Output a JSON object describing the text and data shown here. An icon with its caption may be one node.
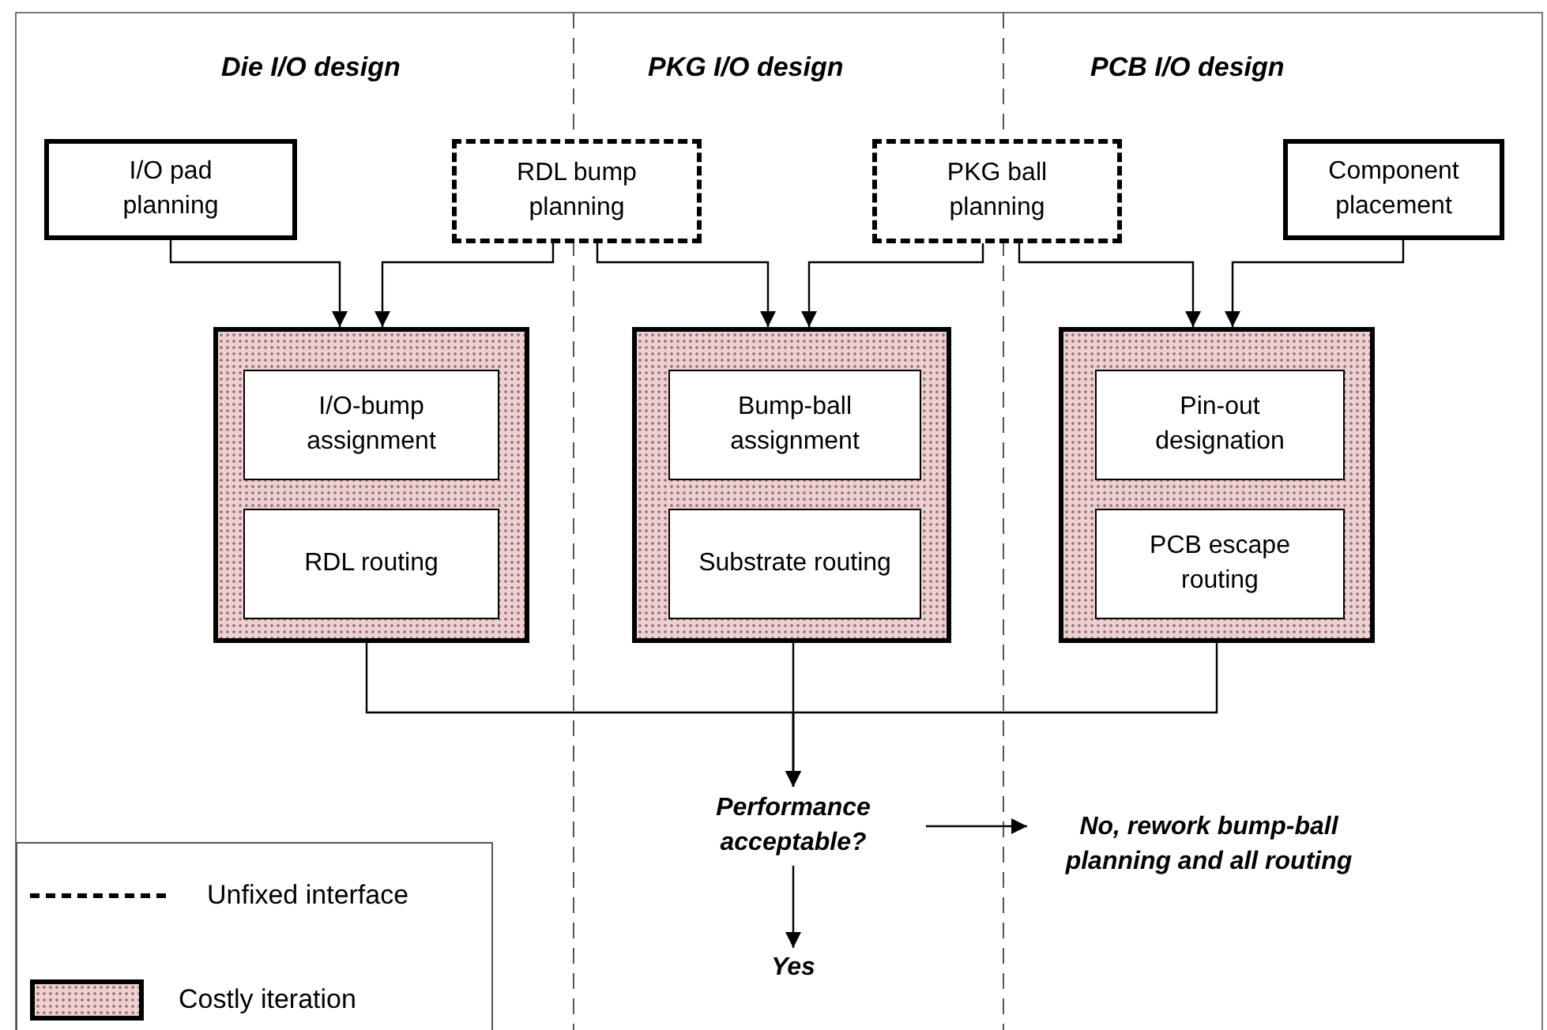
{
  "diagram": {
    "nodes": [
      {
        "text": [
          "I/O pad planning"
        ]
      },
      {
        "text": [
          "RDL bump planning"
        ]
      },
      {
        "text": [
          "PKG ball planning"
        ]
      },
      {
        "text": [
          "Component placement"
        ]
      },
      {
        "text": [],
        "shape": "box"
      },
      {
        "text": [
          "I/O-bump assignment"
        ],
        "in": 4
      },
      {
        "text": [
          "RDL routing"
        ],
        "in": 4
      },
      {
        "text": [],
        "shape": "box"
      },
      {
        "text": [
          "Bump-ball assignment"
        ],
        "in": 7
      },
      {
        "text": [
          "Substrate routing"
        ],
        "in": 7
      },
      {
        "text": [],
        "shape": "box"
      },
      {
        "text": [
          "Pin-out designation"
        ],
        "in": 10
      },
      {
        "text": [
          "PCB escape routing"
        ],
        "in": 10
      },
      {
        "text": [
          "Performance acceptable?"
        ]
      },
      {
        "text": [
          "No, rework bump-ball planning and all routing"
        ]
      },
      {
        "text": [
          "Yes"
        ]
      }
    ],
    "edges": [
      {
        "from": 0,
        "to": 4,
        "arrow": "to"
      },
      {
        "from": 1,
        "to": 4,
        "arrow": "to"
      },
      {
        "from": 1,
        "to": 7,
        "arrow": "to"
      },
      {
        "from": 2,
        "to": 7,
        "arrow": "to"
      },
      {
        "from": 2,
        "to": 10,
        "arrow": "to"
      },
      {
        "from": 3,
        "to": 10,
        "arrow": "to"
      },
      {
        "from": 4,
        "to": 13,
        "arrow": "to"
      },
      {
        "from": 7,
        "to": 13,
        "arrow": "to"
      },
      {
        "from": 10,
        "to": 13,
        "arrow": "to"
      },
      {
        "from": 13,
        "to": 14,
        "arrow": "to"
      },
      {
        "from": 13,
        "to": 15,
        "arrow": "to"
      }
    ],
    "labels": [
      "Die I/O design",
      "PKG I/O design",
      "PCB I/O design"
    ],
    "legend": [
      {
        "text": "Unfixed interface"
      },
      {
        "text": "Costly iteration",
        "color": "#efd0d0"
      }
    ]
  }
}
